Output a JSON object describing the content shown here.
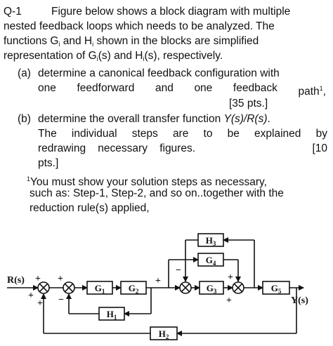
{
  "question": {
    "number": "Q-1",
    "intro_line1": "Figure below shows a block diagram with multiple",
    "intro_line2": "nested feedback loops which needs to be analyzed. The",
    "intro_line3a": "functions G",
    "intro_line3_sub1": "i",
    "intro_line3b": " and H",
    "intro_line3_sub2": "i",
    "intro_line3c": " shown in the blocks are simplified",
    "intro_line4a": "representation of G",
    "intro_line4_sub1": "i",
    "intro_line4b": "(s) and H",
    "intro_line4_sub2": "i",
    "intro_line4c": "(s), respectively."
  },
  "part_a": {
    "label": "(a)",
    "line1": "determine a canonical feedback configuration with",
    "line2_words": [
      "one",
      "feedforward",
      "and",
      "one",
      "feedback",
      "path"
    ],
    "line2_sup": "1",
    "line2_end": ",",
    "points": "[35 pts.]"
  },
  "part_b": {
    "label": "(b)",
    "line1a": "determine the overall transfer function ",
    "line1_italic": "Y(s)/R(s)",
    "line1b": ".",
    "line2_words": [
      "The",
      "individual",
      "steps",
      "are",
      "to",
      "be",
      "explained",
      "by"
    ],
    "line3_words": [
      "redrawing",
      "necessary",
      "figures."
    ],
    "line3_pts": "[10",
    "line4": "pts.]"
  },
  "footnote": {
    "marker": "1",
    "line1": "You must show your solution steps as necessary,",
    "line2": "such as: Step-1, Step-2, and so on..together with the",
    "line3": "reduction rule(s) applied,"
  },
  "diagram": {
    "input_label": "R(s)",
    "output_label": "Y(s)",
    "blocks": {
      "g1": "G1",
      "g2": "G2",
      "g3": "G3",
      "g4": "G4",
      "g5": "G5",
      "h1": "H1",
      "h2": "H2",
      "h3": "H3"
    },
    "signs": {
      "s1_top": "+",
      "s1_left": "+",
      "s1_bottom": "+",
      "s2_left": "+",
      "s2_bottom": "−",
      "s3_left": "+",
      "s3_top": "−",
      "s4_top": "+",
      "s4_bottom": "+"
    }
  }
}
